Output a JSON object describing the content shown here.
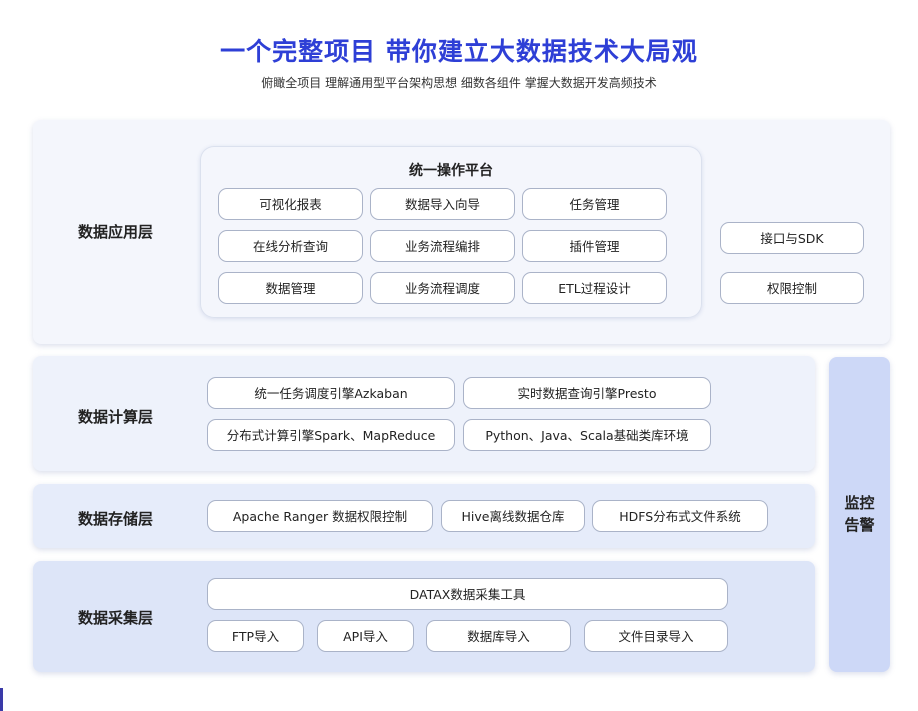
{
  "header": {
    "title": "一个完整项目 带你建立大数据技术大局观",
    "subtitle": "俯瞰全项目 理解通用型平台架构思想 细数各组件 掌握大数据开发高频技术"
  },
  "layers": {
    "application": {
      "label": "数据应用层",
      "platform_title": "统一操作平台",
      "platform_items": [
        "可视化报表",
        "数据导入向导",
        "任务管理",
        "在线分析查询",
        "业务流程编排",
        "插件管理",
        "数据管理",
        "业务流程调度",
        "ETL过程设计"
      ],
      "side_items": [
        "接口与SDK",
        "权限控制"
      ]
    },
    "compute": {
      "label": "数据计算层",
      "items": [
        "统一任务调度引擎Azkaban",
        "实时数据查询引擎Presto",
        "分布式计算引擎Spark、MapReduce",
        "Python、Java、Scala基础类库环境"
      ]
    },
    "storage": {
      "label": "数据存储层",
      "items": [
        "Apache Ranger 数据权限控制",
        "Hive离线数据仓库",
        "HDFS分布式文件系统"
      ]
    },
    "collection": {
      "label": "数据采集层",
      "tool": "DATAX数据采集工具",
      "items": [
        "FTP导入",
        "API导入",
        "数据库导入",
        "文件目录导入"
      ]
    }
  },
  "monitor": {
    "line1": "监控",
    "line2": "告警"
  },
  "colors": {
    "title": "#2e3fd6",
    "application_bg": "#f4f6fc",
    "compute_bg": "#eef2fb",
    "storage_bg": "#e6ecfa",
    "collection_bg": "#dde5f8",
    "monitor_bg": "#cdd8f7"
  }
}
